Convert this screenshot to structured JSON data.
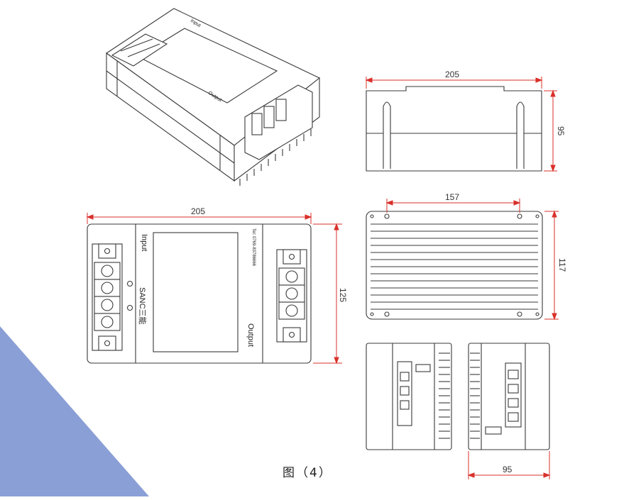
{
  "colors": {
    "dimension": "#d9312b",
    "outline": "#3a3a3a",
    "accent_triangle": "#8a9fd6"
  },
  "caption": "图（4）",
  "device": {
    "label_input": "Input",
    "label_output": "Output",
    "label_tel": "Tel: 0769-83786666",
    "brand": "SANC三能"
  },
  "dimensions": {
    "side_width": "205",
    "side_height": "95",
    "bottom_hole_spacing": "157",
    "bottom_height": "117",
    "top_width": "205",
    "top_height": "125",
    "end_width": "95"
  }
}
